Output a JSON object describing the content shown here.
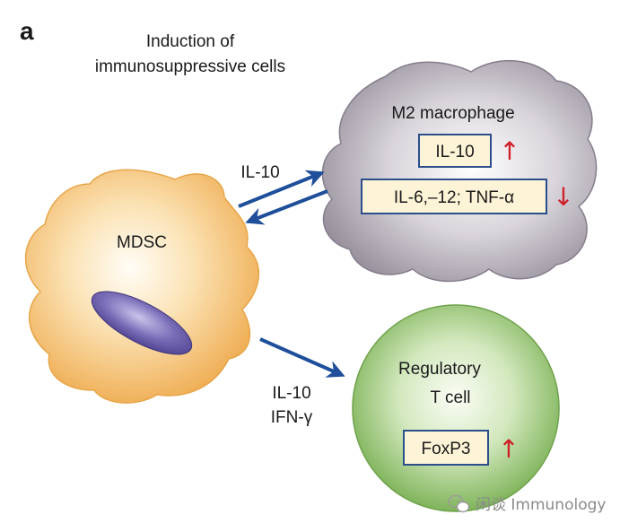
{
  "panel_label": "a",
  "heading": {
    "line1": "Induction of",
    "line2": "immunosuppressive cells"
  },
  "mdsc": {
    "label": "MDSC",
    "color": "#f3b860"
  },
  "macrophage": {
    "title": "M2 macrophage",
    "color": "#a9a3ad",
    "box1": {
      "text": "IL-10",
      "arrow": "↑"
    },
    "box2": {
      "text": "IL-6,–12; TNF-α",
      "arrow": "↓"
    }
  },
  "treg": {
    "title_line1": "Regulatory",
    "title_line2": "T cell",
    "color": "#8fc06b",
    "box": {
      "text": "FoxP3",
      "arrow": "↑"
    }
  },
  "arrow_labels": {
    "top": "IL-10",
    "bottom_line1": "IL-10",
    "bottom_line2": "IFN-γ"
  },
  "watermark": "闲谈 Immunology",
  "colors": {
    "arrow_blue": "#1f4f9a",
    "up_arrow_red": "#d0202a",
    "box_border": "#2b4e8c",
    "box_fill": "#fdf3d6"
  }
}
